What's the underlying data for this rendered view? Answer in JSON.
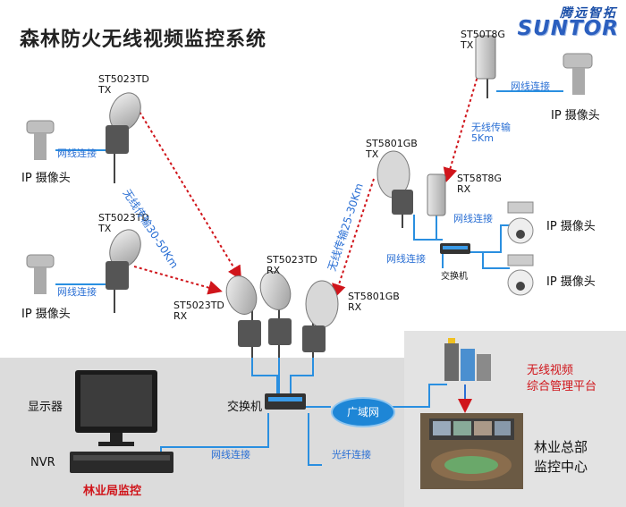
{
  "title": "森林防火无线视频监控系统",
  "logo": {
    "cn": "腾远智拓",
    "en": "SUNTOR"
  },
  "devices": {
    "tx_top": {
      "model": "ST5023TD",
      "role": "TX"
    },
    "tx_mid": {
      "model": "ST5023TD",
      "role": "TX"
    },
    "rx_left": {
      "model": "ST5023TD",
      "role": "RX"
    },
    "rx_mid": {
      "model": "ST5023TD",
      "role": "RX"
    },
    "rx_right": {
      "model": "ST5801GB",
      "role": "RX"
    },
    "tx_5801": {
      "model": "ST5801GB",
      "role": "TX"
    },
    "tx_50t8g": {
      "model": "ST50T8G",
      "role": "TX"
    },
    "rx_58t8g": {
      "model": "ST58T8G",
      "role": "RX"
    }
  },
  "cameras": {
    "top_left": "IP 摄像头",
    "mid_left": "IP 摄像头",
    "top_right": "IP 摄像头",
    "right_1": "IP 摄像头",
    "right_2": "IP 摄像头"
  },
  "links": {
    "net_top_left": "网线连接",
    "net_mid_left": "网线连接",
    "net_top_right": "网线连接",
    "net_right": "网线连接",
    "net_switch_right": "网线连接",
    "net_bottom": "网线连接",
    "fiber": "光纤连接",
    "wireless_30_50": "无线传输30-50Km",
    "wireless_25_30": "无线传输25-30Km",
    "wireless_5_line1": "无线传输",
    "wireless_5_line2": "5Km"
  },
  "switches": {
    "right": "交换机",
    "bottom": "交换机"
  },
  "monitor_label": "显示器",
  "nvr_label": "NVR",
  "wan_label": "广域网",
  "bureau_label": "林业局监控",
  "platform": {
    "line1": "无线视频",
    "line2": "综合管理平台"
  },
  "hq": {
    "line1": "林业总部",
    "line2": "监控中心"
  },
  "colors": {
    "wireless": "#d0151b",
    "cable": "#2a8fe0",
    "wan": "#1e86d6",
    "title": "#222222"
  }
}
